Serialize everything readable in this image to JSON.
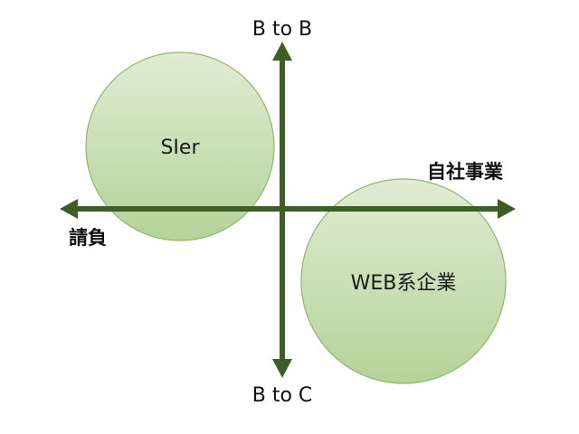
{
  "axes": {
    "top_label": "B to B",
    "bottom_label": "B to C",
    "right_label": "自社事業",
    "left_label": "請負",
    "color": "#3e5e28"
  },
  "clusters": [
    {
      "label": "SIer"
    },
    {
      "label": "WEB系企業"
    }
  ],
  "colors": {
    "circle_fill_top": "#dbe9cd",
    "circle_fill_bottom": "#a9cd8b",
    "circle_stroke": "#8fb56f"
  }
}
